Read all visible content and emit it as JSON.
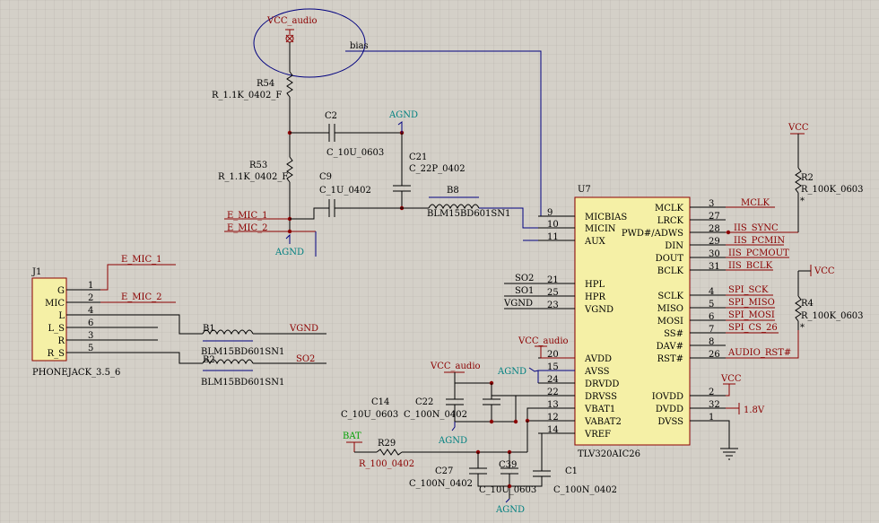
{
  "power": {
    "vcc_audio": "VCC_audio",
    "bias": "bias",
    "agnd": "AGND",
    "vcc": "VCC",
    "bat": "BAT",
    "v18": "1.8V"
  },
  "components": {
    "r54": {
      "ref": "R54",
      "value": "R_1.1K_0402_F"
    },
    "r53": {
      "ref": "R53",
      "value": "R_1.1K_0402_F"
    },
    "c2": {
      "ref": "C2",
      "value": "C_10U_0603"
    },
    "c21": {
      "ref": "C21",
      "value": "C_22P_0402"
    },
    "c9": {
      "ref": "C9",
      "value": "C_1U_0402"
    },
    "b8": {
      "ref": "B8",
      "value": "BLM15BD601SN1"
    },
    "b1": {
      "ref": "B1",
      "value": "BLM15BD601SN1"
    },
    "b2": {
      "ref": "B2",
      "value": "BLM15BD601SN1"
    },
    "r2": {
      "ref": "R2",
      "value": "R_100K_0603"
    },
    "r4": {
      "ref": "R4",
      "value": "R_100K_0603"
    },
    "c14": {
      "ref": "C14",
      "value": "C_10U_0603"
    },
    "c22": {
      "ref": "C22",
      "value": "C_100N_0402"
    },
    "r29": {
      "ref": "R29",
      "value": "R_100_0402"
    },
    "c27": {
      "ref": "C27",
      "value": "C_100N_0402"
    },
    "c39": {
      "ref": "C39",
      "value": "C_10U_0603"
    },
    "c1": {
      "ref": "C1",
      "value": "C_100N_0402"
    },
    "star": "*"
  },
  "nets": {
    "e_mic_1": "E_MIC_1",
    "e_mic_2": "E_MIC_2",
    "vgnd": "VGND",
    "so2": "SO2",
    "so1": "SO1",
    "mclk": "MCLK",
    "iis_sync": "IIS_SYNC",
    "iis_pcmin": "IIS_PCMIN",
    "iis_pcmout": "IIS_PCMOUT",
    "iis_bclk": "IIS_BCLK",
    "spi_sck": "SPI_SCK",
    "spi_miso": "SPI_MISO",
    "spi_mosi": "SPI_MOSI",
    "spi_cs": "SPI_CS_26",
    "audio_rst": "AUDIO_RST#"
  },
  "jack": {
    "ref": "J1",
    "part": "PHONEJACK_3.5_6",
    "pins": [
      {
        "name": "G",
        "num": "1"
      },
      {
        "name": "MIC",
        "num": "2"
      },
      {
        "name": "L",
        "num": "4"
      },
      {
        "name": "L_S",
        "num": "6"
      },
      {
        "name": "R",
        "num": "3"
      },
      {
        "name": "R_S",
        "num": "5"
      }
    ]
  },
  "chip": {
    "ref": "U7",
    "part": "TLV320AIC26",
    "left_pins": [
      {
        "name": "MICBIAS",
        "num": "9"
      },
      {
        "name": "MICIN",
        "num": "10"
      },
      {
        "name": "AUX",
        "num": "11"
      },
      {
        "name": "HPL",
        "num": "21"
      },
      {
        "name": "HPR",
        "num": "25"
      },
      {
        "name": "VGND",
        "num": "23"
      },
      {
        "name": "AVDD",
        "num": "20"
      },
      {
        "name": "AVSS",
        "num": "15"
      },
      {
        "name": "DRVDD",
        "num": "24"
      },
      {
        "name": "DRVSS",
        "num": "22"
      },
      {
        "name": "VBAT1",
        "num": "13"
      },
      {
        "name": "VABAT2",
        "num": "12"
      },
      {
        "name": "VREF",
        "num": "14"
      }
    ],
    "right_pins": [
      {
        "name": "MCLK",
        "num": "3"
      },
      {
        "name": "LRCK",
        "num": "27"
      },
      {
        "name": "PWD#/ADWS",
        "num": "28"
      },
      {
        "name": "DIN",
        "num": "29"
      },
      {
        "name": "DOUT",
        "num": "30"
      },
      {
        "name": "BCLK",
        "num": "31"
      },
      {
        "name": "SCLK",
        "num": "4"
      },
      {
        "name": "MISO",
        "num": "5"
      },
      {
        "name": "MOSI",
        "num": "6"
      },
      {
        "name": "SS#",
        "num": "7"
      },
      {
        "name": "DAV#",
        "num": "8"
      },
      {
        "name": "RST#",
        "num": "26"
      },
      {
        "name": "IOVDD",
        "num": "2"
      },
      {
        "name": "DVDD",
        "num": "32"
      },
      {
        "name": "DVSS",
        "num": "1"
      }
    ]
  }
}
